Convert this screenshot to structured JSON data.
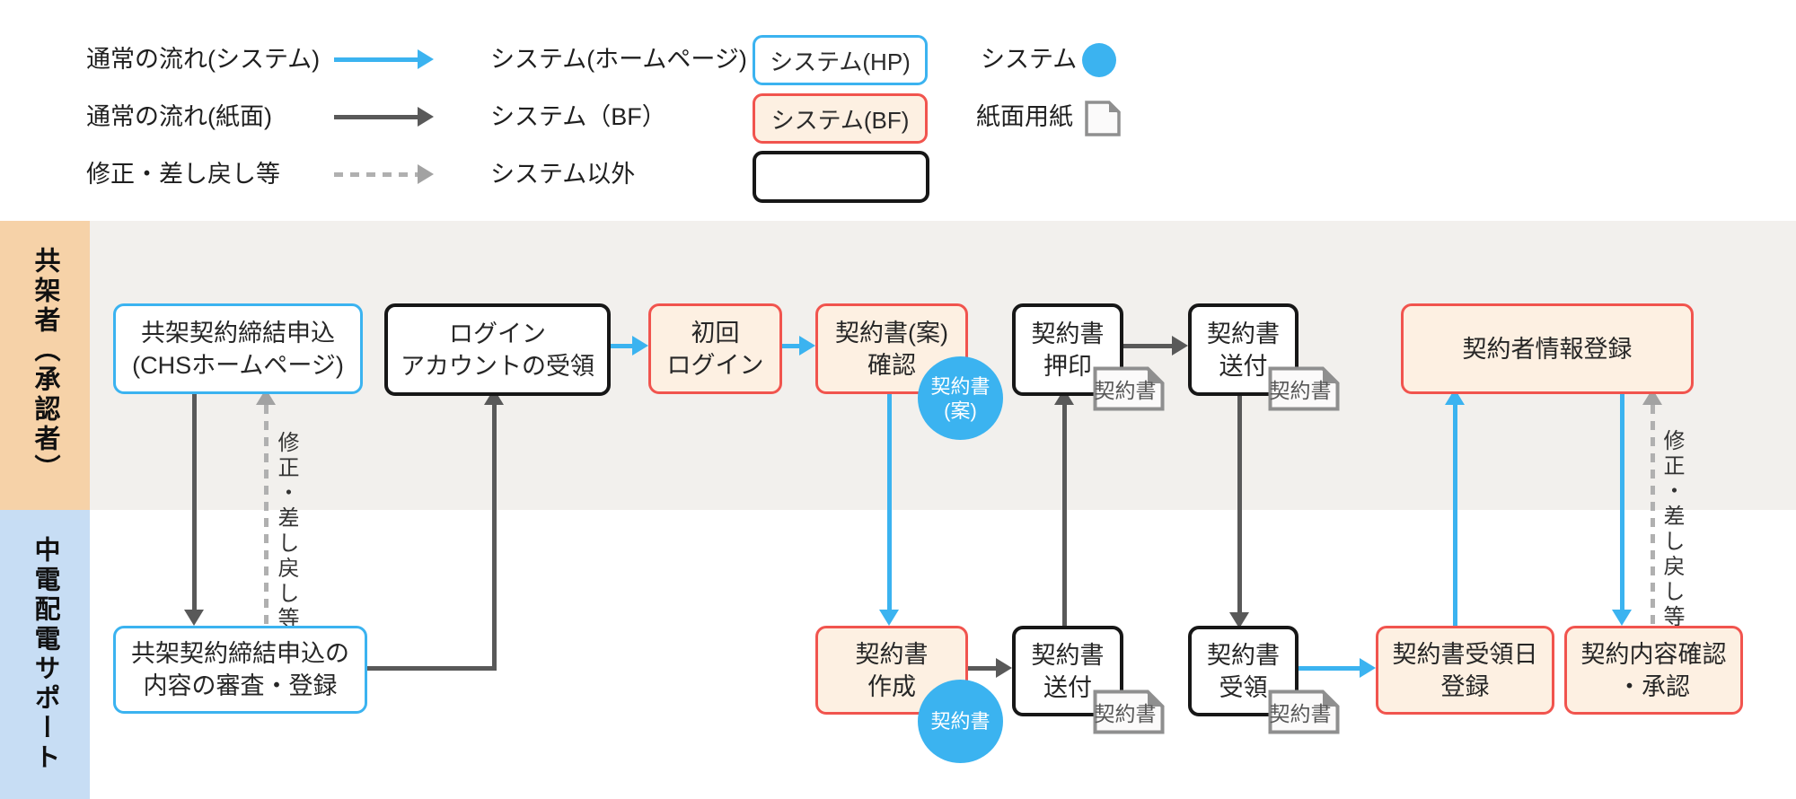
{
  "colors": {
    "system_blue": "#3bb3f0",
    "paper_dark": "#595959",
    "revision_gray": "#b0b0b0",
    "bf_red": "#f1544e",
    "bf_fill": "#fdf0e2",
    "lane1_label_bg": "#f6d2a8",
    "lane2_label_bg": "#c7ddf4",
    "lane1_content_bg": "#f2f0ed",
    "black_border": "#171717"
  },
  "legend": {
    "flows": [
      {
        "label": "通常の流れ(システム)",
        "arrow": "blue-solid"
      },
      {
        "label": "通常の流れ(紙面)",
        "arrow": "dark-solid"
      },
      {
        "label": "修正・差し戻し等",
        "arrow": "gray-dashed"
      }
    ],
    "node_types": [
      {
        "label": "システム(ホームページ)",
        "box_text": "システム(HP)",
        "style": "hp"
      },
      {
        "label": "システム（BF）",
        "box_text": "システム(BF)",
        "style": "bf"
      },
      {
        "label": "システム以外",
        "box_text": "",
        "style": "plain"
      }
    ],
    "markers": [
      {
        "label": "システム",
        "marker": "blue-circle"
      },
      {
        "label": "紙面用紙",
        "marker": "paper-icon"
      }
    ]
  },
  "lanes": [
    {
      "label": "共架者（承認者）"
    },
    {
      "label": "中電配電サポート"
    }
  ],
  "boxes": [
    {
      "style": "hp",
      "line1": "共架契約締結申込",
      "line2": "(CHSホームページ)"
    },
    {
      "style": "plain",
      "line1": "ログイン",
      "line2": "アカウントの受領"
    },
    {
      "style": "bf",
      "line1": "初回",
      "line2": "ログイン"
    },
    {
      "style": "bf",
      "line1": "契約書(案)",
      "line2": "確認"
    },
    {
      "style": "plain",
      "line1": "契約書",
      "line2": "押印"
    },
    {
      "style": "plain",
      "line1": "契約書",
      "line2": "送付"
    },
    {
      "style": "bf",
      "line1": "契約者情報登録",
      "line2": ""
    },
    {
      "style": "hp",
      "line1": "共架契約締結申込の",
      "line2": "内容の審査・登録"
    },
    {
      "style": "bf",
      "line1": "契約書",
      "line2": "作成"
    },
    {
      "style": "plain",
      "line1": "契約書",
      "line2": "送付"
    },
    {
      "style": "plain",
      "line1": "契約書",
      "line2": "受領"
    },
    {
      "style": "bf",
      "line1": "契約書受領日",
      "line2": "登録"
    },
    {
      "style": "bf",
      "line1": "契約内容確認",
      "line2": "・承認"
    }
  ],
  "bubbles": [
    {
      "line1": "契約書",
      "line2": "(案)"
    },
    {
      "line1": "契約書",
      "line2": ""
    }
  ],
  "docs": [
    {
      "label": "契約書"
    },
    {
      "label": "契約書"
    },
    {
      "label": "契約書"
    },
    {
      "label": "契約書"
    }
  ],
  "arrow_labels": [
    {
      "text": "修正・差し戻し等"
    },
    {
      "text": "修正・差し戻し等"
    }
  ]
}
